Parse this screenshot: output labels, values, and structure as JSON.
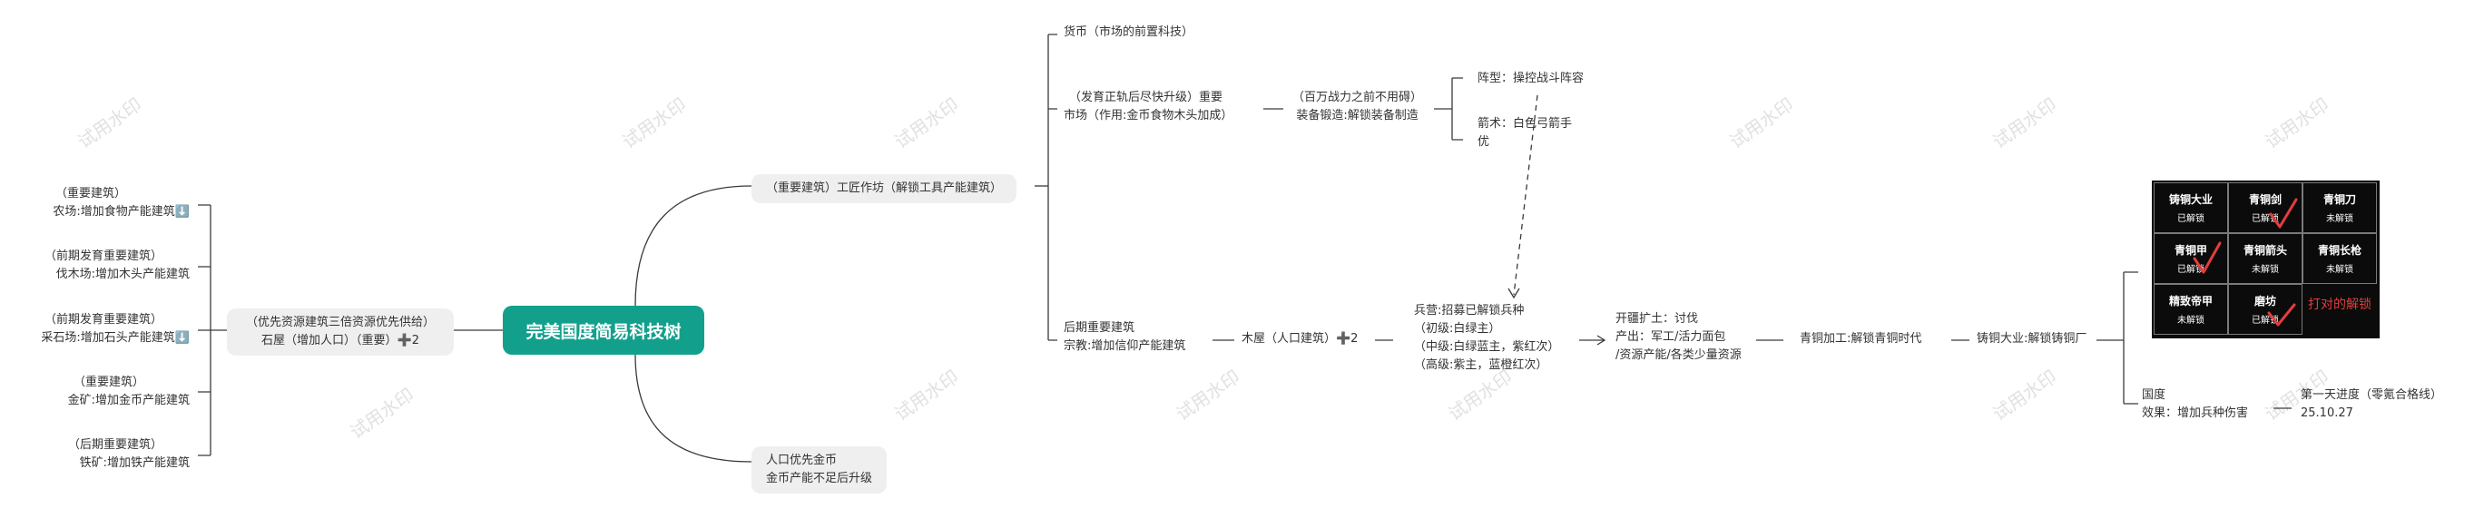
{
  "watermark": "试用水印",
  "root": "完美国度简易科技树",
  "left": {
    "hub": [
      "（优先资源建筑三倍资源优先供给）",
      "石屋（增加人口）（重要）➕2"
    ],
    "items": [
      [
        "（重要建筑）",
        "农场:增加食物产能建筑⬇️"
      ],
      [
        "（前期发育重要建筑）",
        "伐木场:增加木头产能建筑"
      ],
      [
        "（前期发育重要建筑）",
        "采石场:增加石头产能建筑⬇️"
      ],
      [
        "（重要建筑）",
        "金矿:增加金币产能建筑"
      ],
      [
        "（后期重要建筑）",
        "铁矿:增加铁产能建筑"
      ]
    ]
  },
  "workshop": "（重要建筑）工匠作坊（解锁工具产能建筑）",
  "currency": "货币（市场的前置科技）",
  "market": [
    "（发育正轨后尽快升级）重要",
    "市场（作用:金币食物木头加成）"
  ],
  "equip": [
    "（百万战力之前不用碍）",
    "装备锻造:解锁装备制造"
  ],
  "formation": "阵型：操控战斗阵容",
  "archery": [
    "箭术：白色弓箭手",
    "优"
  ],
  "temple": [
    "后期重要建筑",
    "宗教:增加信仰产能建筑"
  ],
  "woodhouse": "木屋（人口建筑）➕2",
  "barracks": [
    "兵营:招募已解锁兵种",
    "（初级:白绿主）",
    "（中级:白绿蓝主，紫红次）",
    "（高级:紫主，蓝橙红次）"
  ],
  "expand": [
    "开疆扩土：讨伐",
    "产出：军工/活力面包",
    "/资源产能/各类少量资源"
  ],
  "bronze": "青铜加工:解锁青铜时代",
  "foundry": "铸铜大业:解锁铸铜厂",
  "nation": [
    "国度",
    "效果：增加兵种伤害"
  ],
  "progress": [
    "第一天进度（零氪合格线）",
    "25.10.27"
  ],
  "population": [
    "人口优先金币",
    "金币产能不足后升级"
  ],
  "image": {
    "cells": [
      {
        "name": "铸铜大业",
        "status": "已解锁"
      },
      {
        "name": "青铜剑",
        "status": "已解锁"
      },
      {
        "name": "青铜刀",
        "status": "未解锁"
      },
      {
        "name": "青铜甲",
        "status": "已解锁"
      },
      {
        "name": "青铜箭头",
        "status": "未解锁"
      },
      {
        "name": "青铜长枪",
        "status": "未解锁"
      },
      {
        "name": "精致帝甲",
        "status": "未解锁"
      },
      {
        "name": "磨坊",
        "status": "已解锁"
      }
    ],
    "note": "打对的解锁",
    "check_color": "#e33d3d"
  },
  "colors": {
    "root": "#12a08c",
    "pill": "#efefef",
    "line": "#3a3a3a"
  }
}
